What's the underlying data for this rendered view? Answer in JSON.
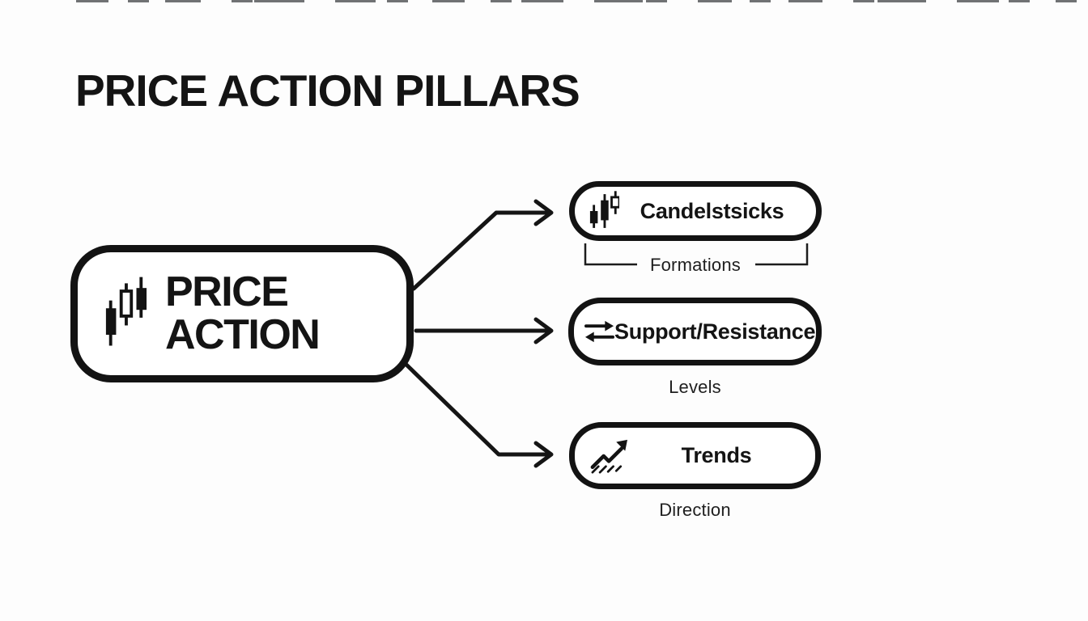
{
  "background_color": "#fdfdfd",
  "ink_color": "#151515",
  "title": "PRICE ACTION PILLARS",
  "root_node": {
    "label_line1": "PRICE",
    "label_line2": "ACTION",
    "icon": "candlestick-chart-icon"
  },
  "pillars": [
    {
      "label": "Candelstsicks",
      "icon": "candlesticks-icon",
      "sublabel": "Formations",
      "sublabel_decoration": "bracket"
    },
    {
      "label": "Support/Resistance",
      "icon": "swap-arrows-icon",
      "sublabel": "Levels",
      "sublabel_decoration": "none"
    },
    {
      "label": "Trends",
      "icon": "trend-up-arrow-icon",
      "sublabel": "Direction",
      "sublabel_decoration": "none"
    }
  ]
}
